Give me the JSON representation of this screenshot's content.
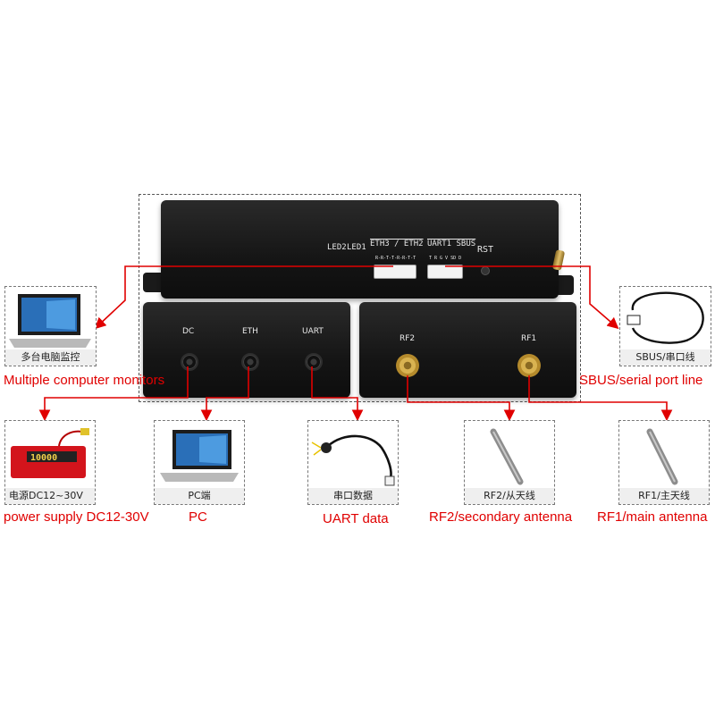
{
  "device_top": {
    "led2": "LED2",
    "led1": "LED1",
    "eth_header": "ETH3 / ETH2",
    "eth_pins": "R-R-T-T-R-R-T-T",
    "uart_header": "UART1 SBUS",
    "uart_pins": "T R G V SD D",
    "rst": "RST"
  },
  "device_left": {
    "dc": "DC",
    "eth": "ETH",
    "uart": "UART"
  },
  "device_right": {
    "rf2": "RF2",
    "rf1": "RF1"
  },
  "peripherals": {
    "monitors": {
      "caption": "多台电脑监控",
      "label": "Multiple computer monitors"
    },
    "sbus": {
      "caption": "SBUS/串口线",
      "label": "SBUS/serial port line"
    },
    "power": {
      "caption": "电源DC12~30V",
      "label": "power supply DC12-30V",
      "battery_text": "10000"
    },
    "pc": {
      "caption": "PC端",
      "label": "PC"
    },
    "uart": {
      "caption": "串口数据",
      "label": "UART data"
    },
    "rf2": {
      "caption": "RF2/从天线",
      "label": "RF2/secondary antenna"
    },
    "rf1": {
      "caption": "RF1/主天线",
      "label": "RF1/main antenna"
    }
  },
  "colors": {
    "connector_line": "#e00000",
    "label_text": "#e00000",
    "device_body": "#151515",
    "sma_gold": "#d9b351"
  }
}
